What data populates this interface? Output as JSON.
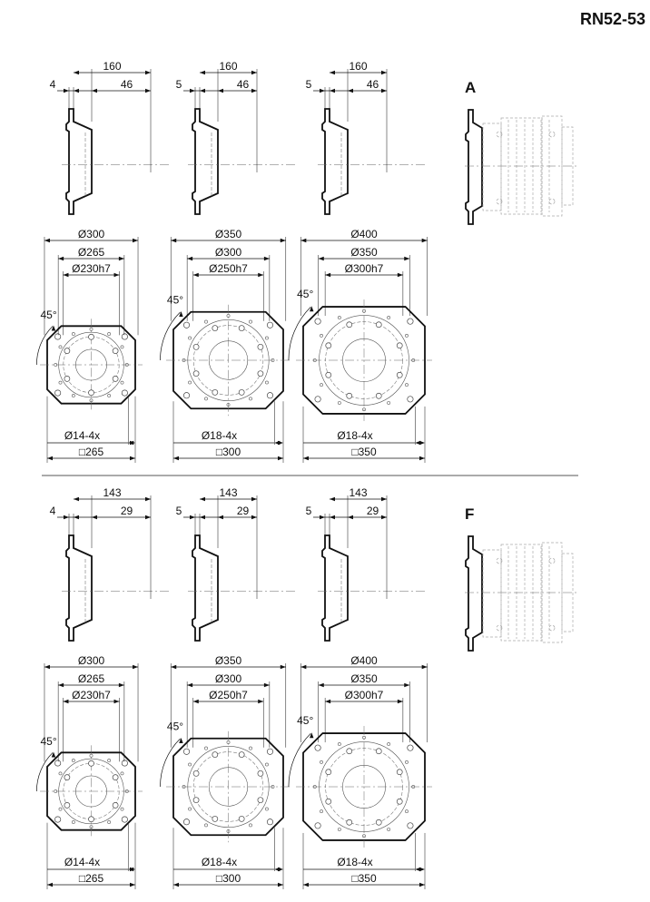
{
  "title": "RN52-53",
  "sections": [
    {
      "label": "A",
      "variants": [
        {
          "total": "160",
          "flange": "4",
          "spigot": "46",
          "pcd": "Ø300",
          "hole_circle": "Ø265",
          "pilot": "Ø230h7",
          "angle": "45°",
          "holes": "Ø14-4x",
          "square": "□265"
        },
        {
          "total": "160",
          "flange": "5",
          "spigot": "46",
          "pcd": "Ø350",
          "hole_circle": "Ø300",
          "pilot": "Ø250h7",
          "angle": "45°",
          "holes": "Ø18-4x",
          "square": "□300"
        },
        {
          "total": "160",
          "flange": "5",
          "spigot": "46",
          "pcd": "Ø400",
          "hole_circle": "Ø350",
          "pilot": "Ø300h7",
          "angle": "45°",
          "holes": "Ø18-4x",
          "square": "□350"
        }
      ]
    },
    {
      "label": "F",
      "variants": [
        {
          "total": "143",
          "flange": "4",
          "spigot": "29",
          "pcd": "Ø300",
          "hole_circle": "Ø265",
          "pilot": "Ø230h7",
          "angle": "45°",
          "holes": "Ø14-4x",
          "square": "□265"
        },
        {
          "total": "143",
          "flange": "5",
          "spigot": "29",
          "pcd": "Ø350",
          "hole_circle": "Ø300",
          "pilot": "Ø250h7",
          "angle": "45°",
          "holes": "Ø18-4x",
          "square": "□300"
        },
        {
          "total": "143",
          "flange": "5",
          "spigot": "29",
          "pcd": "Ø400",
          "hole_circle": "Ø350",
          "pilot": "Ø300h7",
          "angle": "45°",
          "holes": "Ø18-4x",
          "square": "□350"
        }
      ]
    }
  ]
}
